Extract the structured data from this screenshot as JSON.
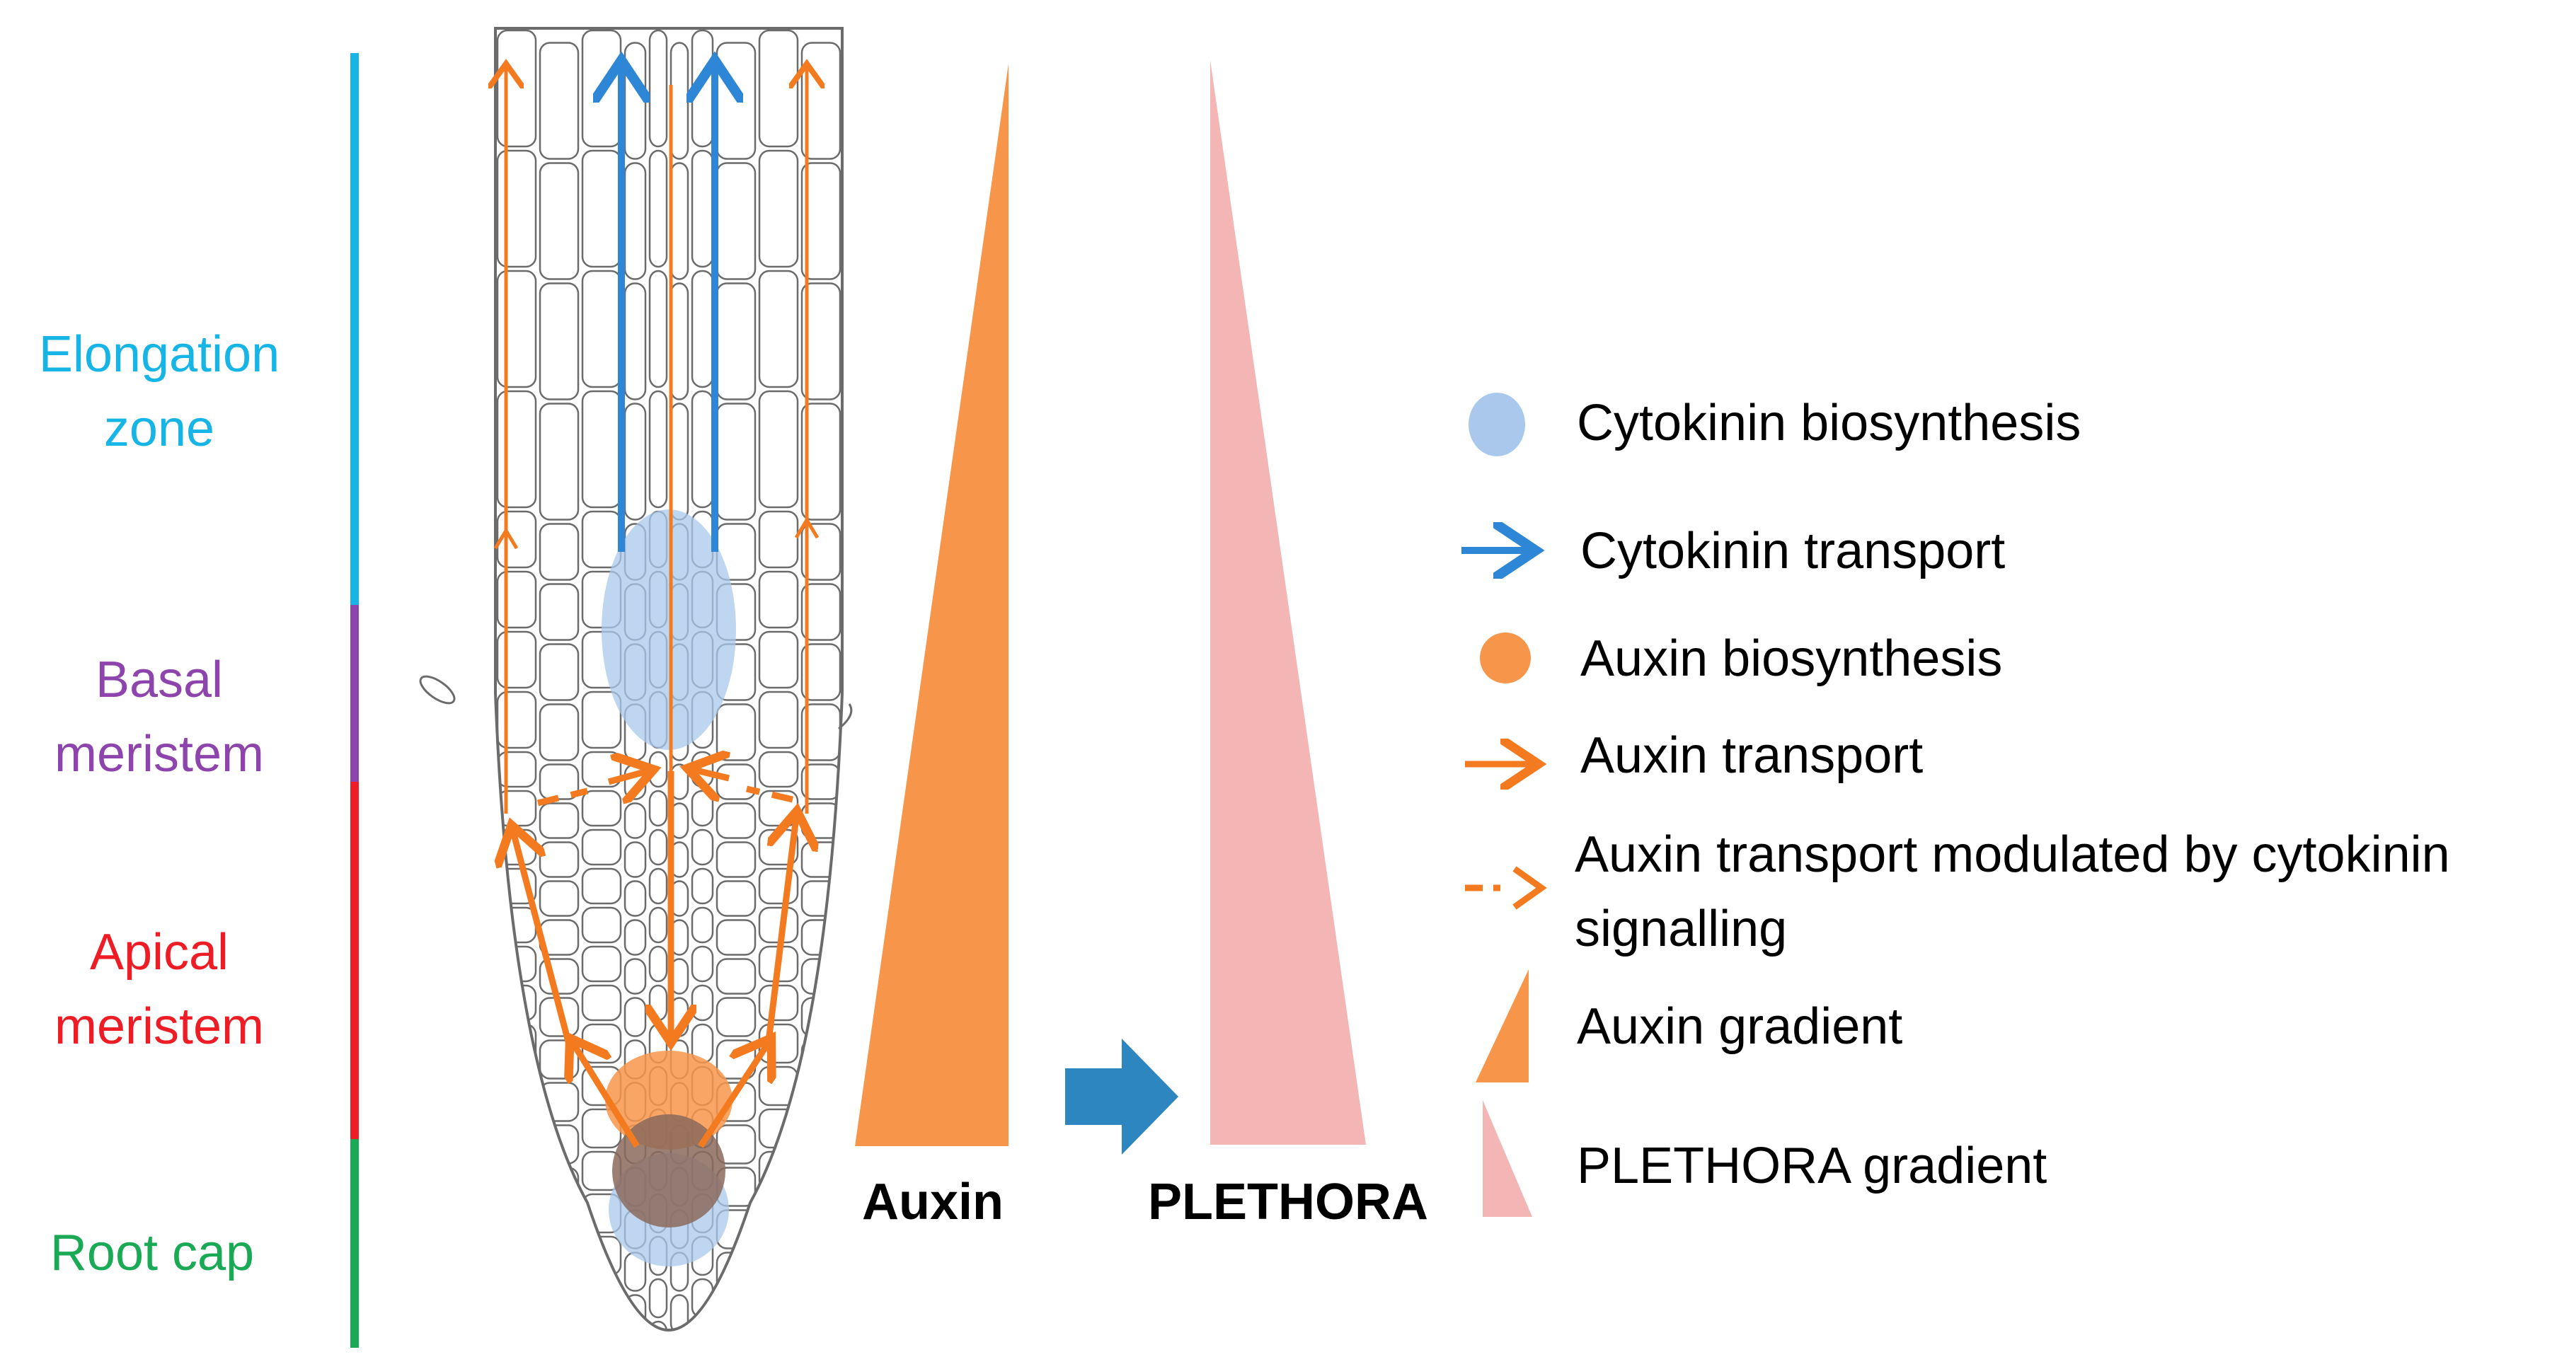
{
  "zones": [
    {
      "line1": "Elongation",
      "line2": "zone",
      "color": "#17b4e6"
    },
    {
      "line1": "Basal",
      "line2": "meristem",
      "color": "#8e44ad"
    },
    {
      "line1": "Apical",
      "line2": "meristem",
      "color": "#ee1c24"
    },
    {
      "line1": "Root cap",
      "line2": "",
      "color": "#1aaa55"
    }
  ],
  "gradients": {
    "auxin_label": "Auxin",
    "plethora_label": "PLETHORA",
    "auxin_color": "#f7954a",
    "plethora_color": "#f4b5b5",
    "arrow_color": "#2e86c1"
  },
  "legend": {
    "cytokinin_biosynthesis": "Cytokinin biosynthesis",
    "cytokinin_transport": "Cytokinin transport",
    "auxin_biosynthesis": "Auxin biosynthesis",
    "auxin_transport": "Auxin transport",
    "auxin_modulated_line1": "Auxin transport modulated by cytokinin",
    "auxin_modulated_line2": "signalling",
    "auxin_gradient": "Auxin gradient",
    "plethora_gradient": "PLETHORA gradient"
  },
  "colors": {
    "cytokinin": "#a9c8ec",
    "cytokinin_arrow": "#2e86d6",
    "auxin": "#f7954a",
    "auxin_arrow": "#f47a20",
    "cell_outline": "#6b6b6b"
  }
}
